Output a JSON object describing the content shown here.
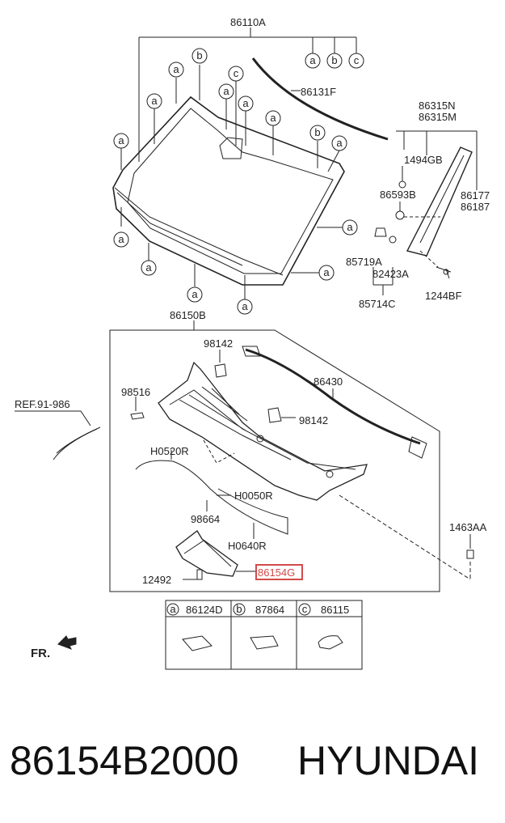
{
  "labels": {
    "top_assy": "86110A",
    "glass_moulding": "86131F",
    "pillar_trim": "86315N",
    "pillar_trim2": "86315M",
    "clip_1494": "1494GB",
    "clip_86593": "86593B",
    "p86177": "86177",
    "p86187": "86187",
    "p85719": "85719A",
    "p82423": "82423A",
    "p85714": "85714C",
    "bolt_1244": "1244BF",
    "cowl_assy": "86150B",
    "nozzle_top": "98142",
    "nozzle_mid": "98142",
    "p98516": "98516",
    "ref": "REF.91-986",
    "weatherstrip": "86430",
    "hose_a": "H0520R",
    "hose_b": "H0050R",
    "p98664": "98664",
    "hose_c": "H0640R",
    "p1463": "1463AA",
    "p12492": "12492",
    "highlight_part": "86154G",
    "front": "FR."
  },
  "callouts": {
    "a": "a",
    "b": "b",
    "c": "c"
  },
  "legend": [
    {
      "letter": "a",
      "part": "86124D"
    },
    {
      "letter": "b",
      "part": "87864"
    },
    {
      "letter": "c",
      "part": "86115"
    }
  ],
  "caption": {
    "part_number": "86154B2000",
    "brand": "HYUNDAI"
  },
  "colors": {
    "highlight": "#d24a4a",
    "line": "#222222"
  }
}
